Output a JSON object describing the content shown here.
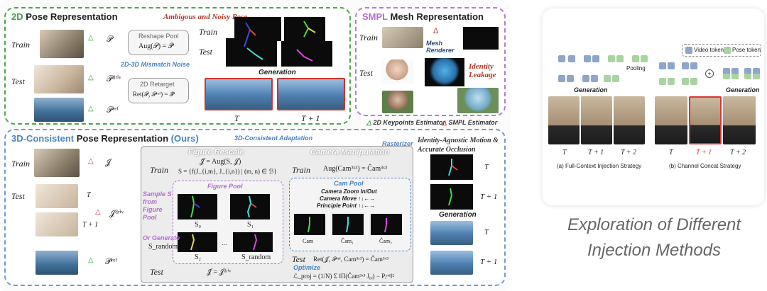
{
  "left_figure": {
    "pose2d": {
      "title_a": "2D",
      "title_b": " Pose Representation",
      "ambiguous": "Ambigous and Noisy Pose",
      "train": "Train",
      "test": "Test",
      "reshape_pool": "Reshape Pool",
      "aug_eq": "Aug(𝒫) = 𝒫̂",
      "mismatch": "2D-3D Mismatch Noise",
      "retarget": "2D Retarget",
      "ret_eq": "Ret(𝒫, 𝒫ʳᵉᶠ) = 𝒫̂",
      "p": "𝒫",
      "p_driv": "𝒫ᵈʳⁱᵛ",
      "p_ref": "𝒫ʳᵉᶠ",
      "gen_train": "Train",
      "gen_test": "Test",
      "generation": "Generation",
      "t": "T",
      "t1": "T + 1"
    },
    "smpl": {
      "title_a": "SMPL",
      "title_b": " Mesh Representation",
      "train": "Train",
      "test": "Test",
      "mesh_renderer": "Mesh Renderer",
      "identity_leakage": "Identity Leakage",
      "delta": "Δ"
    },
    "legend": {
      "kp": "2D Keypoints Estimator",
      "smpl": "SMPL Estimator"
    },
    "ours": {
      "title_a": "3D-Consistent",
      "title_b": " Pose Representation ",
      "title_c": "(Ours)",
      "adaptation": "3D-Consistent Adaptation",
      "rasterizer": "Rasterizer",
      "agnostic": "Identity-Agnostic Motion & Accurate Occlusion",
      "train": "Train",
      "test": "Test",
      "j": "𝒥",
      "j_driv": "𝒥ᵈʳⁱᵛ",
      "p_ref": "𝒫ʳᵉᶠ",
      "t": "T",
      "t1": "T + 1",
      "figure_rescale": "Figure Rescale",
      "fr_train": "Train",
      "fr_eq1": "𝒥̂ = Aug(S, 𝒥)",
      "fr_eq2": "S = {f(J_{i,m}, J_{i,n}) | (m, n) ∈ ℬ}",
      "figure_pool": "Figure Pool",
      "sample_s": "Sample S from Figure Pool",
      "or_generate": "Or Generate",
      "s_random": "S_random",
      "s0": "S₀",
      "s1": "S₁",
      "s2": "S₂",
      "sr": "S_random",
      "dots": "...",
      "fr_test": "Test",
      "fr_test_eq": "𝒥̂ = 𝒥ᵈʳⁱᵛ",
      "camera_manip": "Camera Manipulation",
      "cm_train": "Train",
      "cm_eq": "Aug(Cam³ˣ³) = Ĉam³ˣ³",
      "cam_pool": "Cam Pool",
      "cam_zoom": "Camera Zoom In/Out",
      "cam_move": "Camera Move ↑↓←→",
      "principle": "Principle Point ↑↓←→",
      "cam": "Cam",
      "cam1": "Ĉam₁",
      "cam2": "Ĉam₂",
      "cm_test": "Test",
      "cm_test_eq": "Ret(𝒥, 𝒫ʳᵉᶠ, Cam³ˣ³) = Ĉam³ˣ³",
      "optimize": "Optimize",
      "proj_eq": "ℒ_proj = (1/N) Σ ‖Π(Ĉam³ˣ³ J₀ᵢ) − Pᵢʳᵉᶠ‖²",
      "generation": "Generation",
      "out_t": "T",
      "out_t1": "T + 1",
      "out_t2": "T",
      "out_t3": "T + 1"
    }
  },
  "right_figure": {
    "legend_video": "Video token",
    "legend_pose": "Pose token",
    "pooling": "Pooling",
    "generation_a": "Generation",
    "generation_b": "Generation",
    "a_t": "T",
    "a_t1": "T + 1",
    "a_t2": "T + 2",
    "b_t": "T",
    "b_t1": "T + 1",
    "b_t2": "T + 2",
    "caption_a": "(a) Full-Context Injection Strategy",
    "caption_b": "(b) Channel Concat Strategy",
    "plus": "+"
  },
  "caption": {
    "line1": "Exploration of Different",
    "line2": "Injection Methods"
  },
  "colors": {
    "green": "#3aa04a",
    "purple": "#b26fd1",
    "blue": "#4a84c4",
    "red_text": "#b33a2a",
    "video_token": "#8da6c9",
    "pose_token": "#a9d3a0"
  }
}
